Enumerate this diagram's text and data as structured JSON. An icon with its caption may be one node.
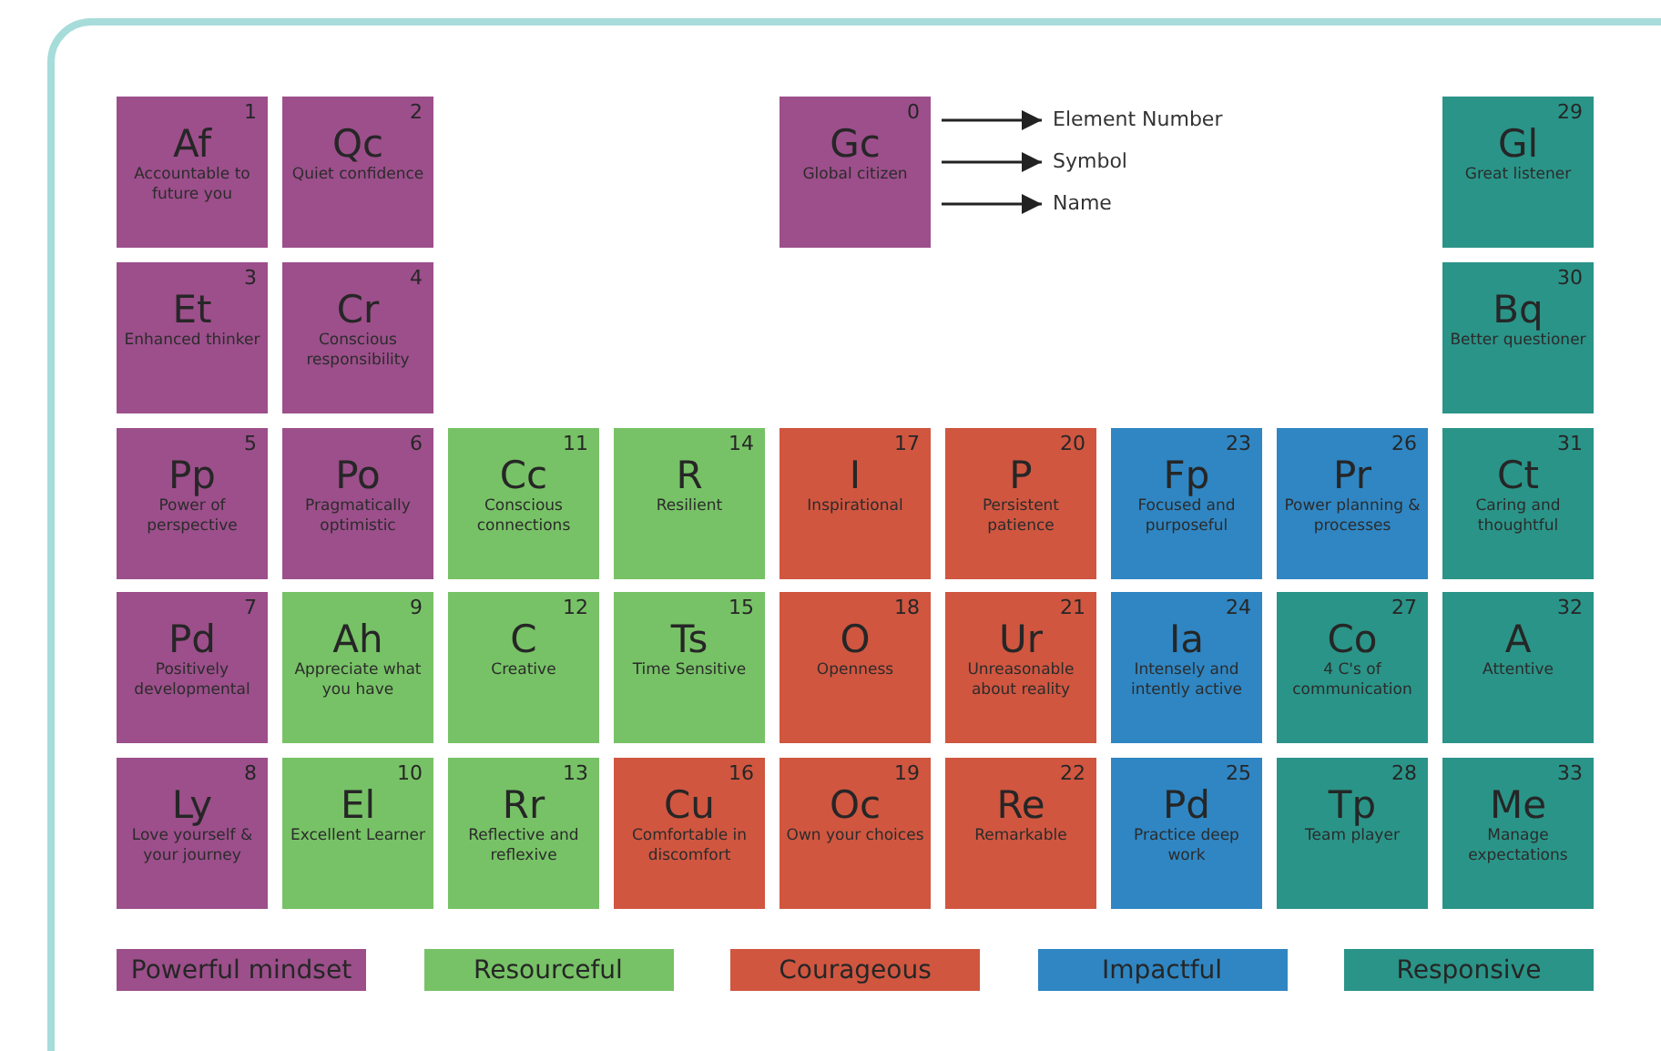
{
  "diagram": {
    "nodes": [
      {
        "text": [
          "1",
          "Af",
          "Accountable to future you"
        ]
      },
      {
        "text": [
          "2",
          "Qc",
          "Quiet confidence"
        ]
      },
      {
        "text": [
          "0",
          "Gc",
          "Global citizen"
        ]
      },
      {
        "text": [
          "Element Number"
        ]
      },
      {
        "text": [
          "Symbol"
        ]
      },
      {
        "text": [
          "Name"
        ]
      },
      {
        "text": [
          "29",
          "Gl",
          "Great listener"
        ]
      },
      {
        "text": [
          "3",
          "Et",
          "Enhanced thinker"
        ]
      },
      {
        "text": [
          "4",
          "Cr",
          "Conscious responsibility"
        ]
      },
      {
        "text": [
          "30",
          "Bq",
          "Better questioner"
        ]
      },
      {
        "text": [
          "5",
          "Pp",
          "Power of perspective"
        ]
      },
      {
        "text": [
          "6",
          "Po",
          "Pragmatically optimistic"
        ]
      },
      {
        "text": [
          "11",
          "Cc",
          "Conscious connections"
        ]
      },
      {
        "text": [
          "14",
          "R",
          "Resilient"
        ]
      },
      {
        "text": [
          "17",
          "I",
          "Inspirational"
        ]
      },
      {
        "text": [
          "20",
          "P",
          "Persistent patience"
        ]
      },
      {
        "text": [
          "23",
          "Fp",
          "Focused and purposeful"
        ]
      },
      {
        "text": [
          "26",
          "Pr",
          "Power planning & processes"
        ]
      },
      {
        "text": [
          "31",
          "Ct",
          "Caring and thoughtful"
        ]
      },
      {
        "text": [
          "7",
          "Pd",
          "Positively developmental"
        ]
      },
      {
        "text": [
          "9",
          "Ah",
          "Appreciate what you have"
        ]
      },
      {
        "text": [
          "12",
          "C",
          "Creative"
        ]
      },
      {
        "text": [
          "15",
          "Ts",
          "Time Sensitive"
        ]
      },
      {
        "text": [
          "18",
          "O",
          "Openness"
        ]
      },
      {
        "text": [
          "21",
          "Ur",
          "Unreasonable about reality"
        ]
      },
      {
        "text": [
          "24",
          "Ia",
          "Intensely and intently active"
        ]
      },
      {
        "text": [
          "27",
          "Co",
          "4 C's of communication"
        ]
      },
      {
        "text": [
          "32",
          "A",
          "Attentive"
        ]
      },
      {
        "text": [
          "8",
          "Ly",
          "Love yourself & your journey"
        ]
      },
      {
        "text": [
          "10",
          "El",
          "Excellent Learner"
        ]
      },
      {
        "text": [
          "13",
          "Rr",
          "Reflective and reflexive"
        ]
      },
      {
        "text": [
          "16",
          "Cu",
          "Comfortable in discomfort"
        ]
      },
      {
        "text": [
          "19",
          "Oc",
          "Own your choices"
        ]
      },
      {
        "text": [
          "22",
          "Re",
          "Remarkable"
        ]
      },
      {
        "text": [
          "25",
          "Pd",
          "Practice deep work"
        ]
      },
      {
        "text": [
          "28",
          "Tp",
          "Team player"
        ]
      },
      {
        "text": [
          "33",
          "Me",
          "Manage expectations"
        ]
      }
    ],
    "edges": [
      {
        "from": 2,
        "to": 3,
        "arrow": "to"
      },
      {
        "from": 2,
        "to": 4,
        "arrow": "to"
      },
      {
        "from": 2,
        "to": 5,
        "arrow": "to"
      }
    ],
    "legend": [
      {
        "text": "Powerful mindset",
        "color": "#9c4f8b"
      },
      {
        "text": "Resourceful",
        "color": "#77c266"
      },
      {
        "text": "Courageous",
        "color": "#d05640"
      },
      {
        "text": "Impactful",
        "color": "#2f86c3"
      },
      {
        "text": "Responsive",
        "color": "#2a9488"
      }
    ]
  }
}
